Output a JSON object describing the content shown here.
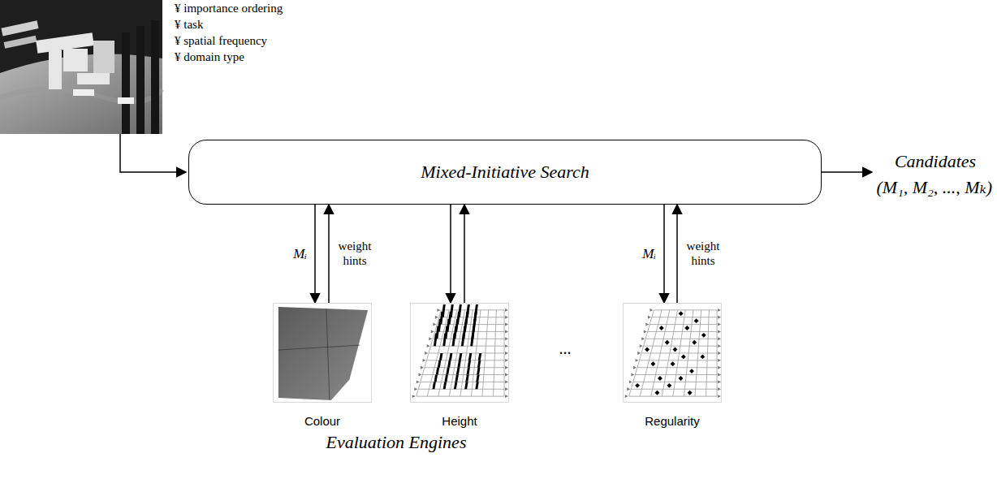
{
  "diagram": {
    "nodes": [
      {
        "text": [
          "Mixed-Initiative Search"
        ]
      },
      {
        "text": [
          "Colour"
        ]
      },
      {
        "text": [
          "Height"
        ]
      },
      {
        "text": [
          "Regularity"
        ]
      }
    ],
    "edges": [
      {
        "from": 0,
        "to": 1,
        "arrow": "to",
        "label": "Mᵢ"
      },
      {
        "from": 1,
        "to": 0,
        "arrow": "to",
        "label": "weight hints"
      },
      {
        "from": 0,
        "to": 2,
        "arrow": "to"
      },
      {
        "from": 2,
        "to": 0,
        "arrow": "to"
      },
      {
        "from": 0,
        "to": 3,
        "arrow": "to",
        "label": "Mᵢ"
      },
      {
        "from": 3,
        "to": 0,
        "arrow": "to",
        "label": "weight hints"
      }
    ],
    "labels": [
      "¥ importance ordering",
      "¥ task",
      "¥ spatial frequency",
      "¥ domain type",
      "Candidates",
      "(M₁, M₂, ..., Mₖ)",
      "...",
      "Evaluation Engines"
    ]
  }
}
